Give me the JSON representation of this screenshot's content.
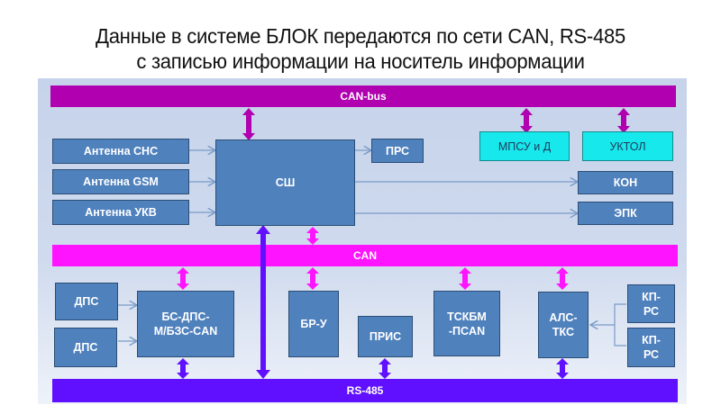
{
  "title": {
    "line1": "Данные в системе БЛОК передаются по сети CAN, RS-485",
    "line2": "с записью информации на носитель информации"
  },
  "buses": {
    "can_bus": {
      "label": "CAN-bus",
      "color": "#b000b0"
    },
    "can": {
      "label": "CAN",
      "color": "#ff14ff"
    },
    "rs485": {
      "label": "RS-485",
      "color": "#6010ff"
    }
  },
  "blocks": {
    "antenna_snc": "Антенна СНС",
    "antenna_gsm": "Антенна GSM",
    "antenna_ukv": "Антенна УКВ",
    "ssh": "СШ",
    "prs": "ПРС",
    "mpsu": "МПСУ и Д",
    "uktol": "УКТОЛ",
    "kon": "КОН",
    "epk": "ЭПК",
    "dps1": "ДПС",
    "dps2": "ДПС",
    "bs_dps_l1": "БС-ДПС-",
    "bs_dps_l2": "М/БЗС-CAN",
    "br_u": "БР-У",
    "pris": "ПРИС",
    "tskbm_l1": "ТСКБМ",
    "tskbm_l2": "-ПCAN",
    "als_l1": "АЛС-",
    "als_l2": "ТКС",
    "kp_rs1_l1": "КП-",
    "kp_rs1_l2": "РС",
    "kp_rs2_l1": "КП-",
    "kp_rs2_l2": "РС"
  },
  "colors": {
    "block_blue": "#4f81bd",
    "block_cyan": "#17e8ec",
    "connector": "#7a9cc8"
  }
}
